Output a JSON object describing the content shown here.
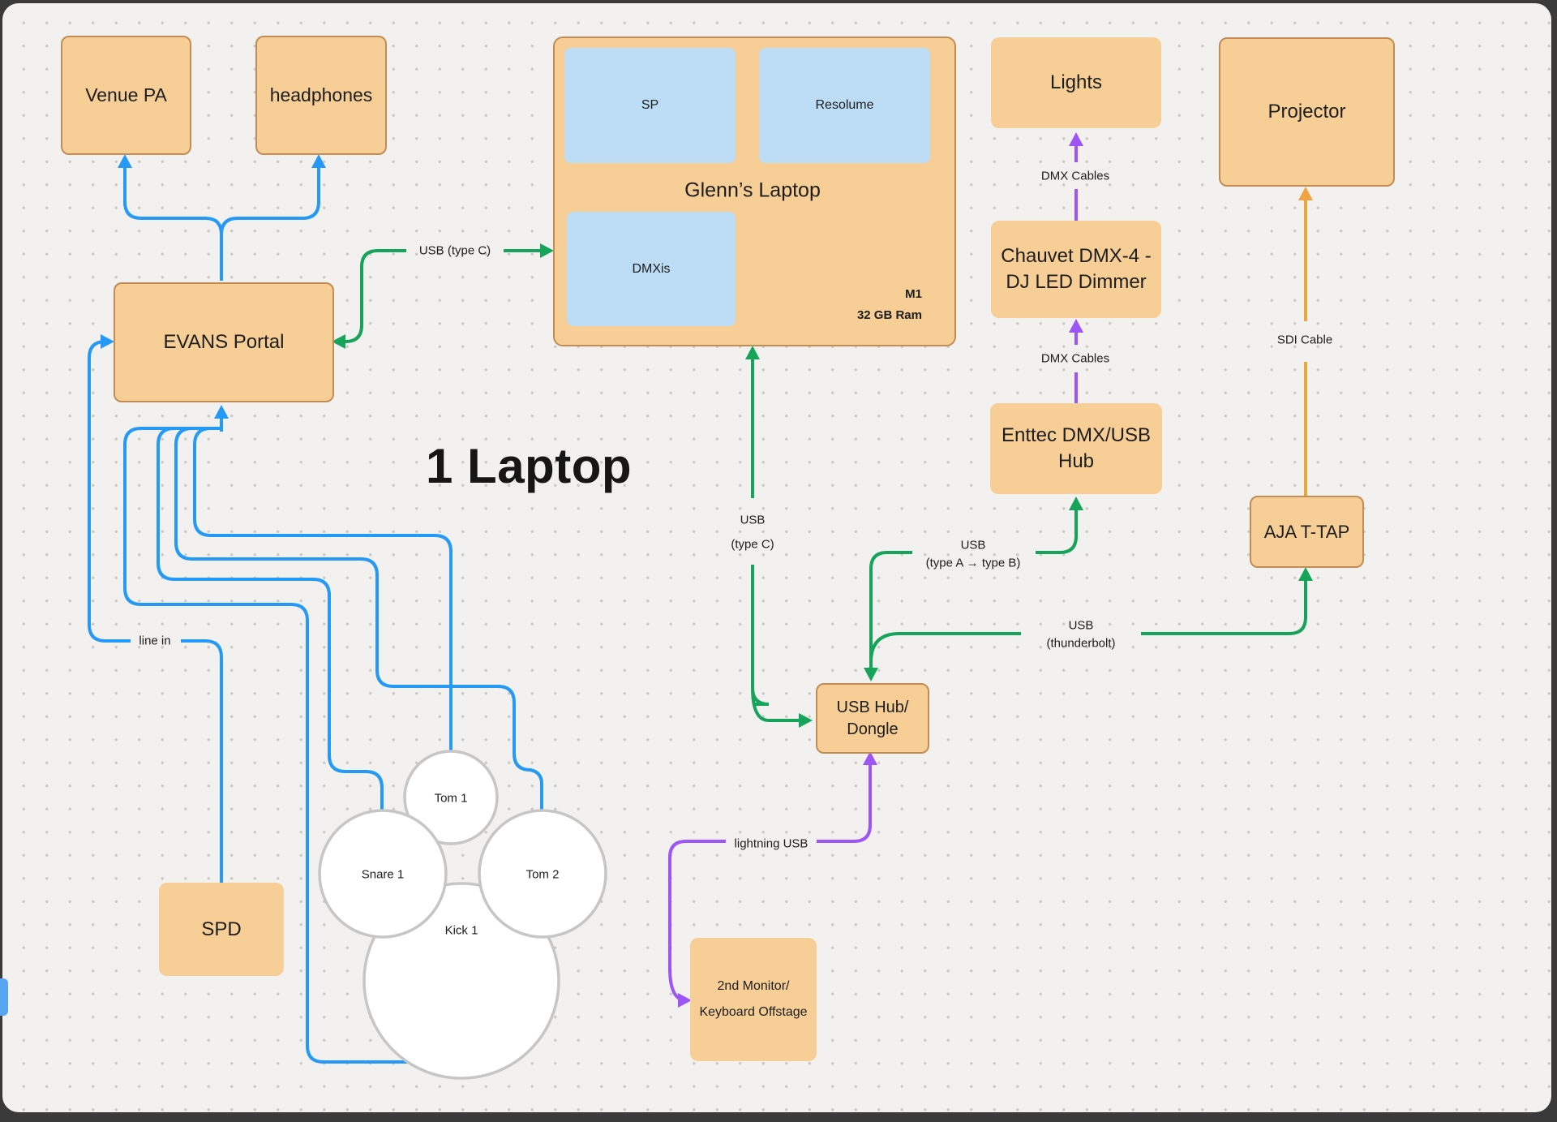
{
  "title": "1 Laptop",
  "colors": {
    "frame": "#3A3A3A",
    "canvas-bg": "#F2F1EF",
    "dot": "#CCC8C3",
    "box-fill": "#F6CE96",
    "box-border": "#C18D55",
    "app-fill": "#BCDDF5",
    "text": "#1D1D1D",
    "blue": "#2499F5",
    "green": "#16A35A",
    "purple": "#9D55F5",
    "orange": "#EFA53F"
  },
  "nodes": {
    "venue_pa": {
      "label": "Venue PA"
    },
    "headphones": {
      "label": "headphones"
    },
    "glenns_laptop": {
      "label": "Glenn’s Laptop",
      "spec1": "M1",
      "spec2": "32 GB Ram"
    },
    "sp": {
      "label": "SP"
    },
    "resolume": {
      "label": "Resolume"
    },
    "dmxis": {
      "label": "DMXis"
    },
    "evans_portal": {
      "label": "EVANS Portal"
    },
    "lights": {
      "label": "Lights"
    },
    "projector": {
      "label": "Projector"
    },
    "chauvet": {
      "line1": "Chauvet DMX-4 -",
      "line2": "DJ LED Dimmer"
    },
    "enttec": {
      "line1": "Enttec DMX/USB",
      "line2": "Hub"
    },
    "aja_ttap": {
      "label": "AJA T-TAP"
    },
    "usb_hub": {
      "line1": "USB Hub/",
      "line2": "Dongle"
    },
    "second_monitor": {
      "line1": "2nd Monitor/",
      "line2": "Keyboard Offstage"
    },
    "spd": {
      "label": "SPD"
    }
  },
  "drums": {
    "tom1": {
      "label": "Tom 1"
    },
    "snare1": {
      "label": "Snare 1"
    },
    "tom2": {
      "label": "Tom 2"
    },
    "kick1": {
      "label": "Kick 1"
    }
  },
  "connector_labels": {
    "usb_type_c": "USB (type C)",
    "usb": "USB",
    "type_c": "(type C)",
    "dmx_cables": "DMX Cables",
    "sdi_cable": "SDI Cable",
    "type_a_to_b": "(type A → type B)",
    "thunderbolt": "(thunderbolt)",
    "lightning_usb": "lightning USB",
    "line_in": "line in"
  }
}
